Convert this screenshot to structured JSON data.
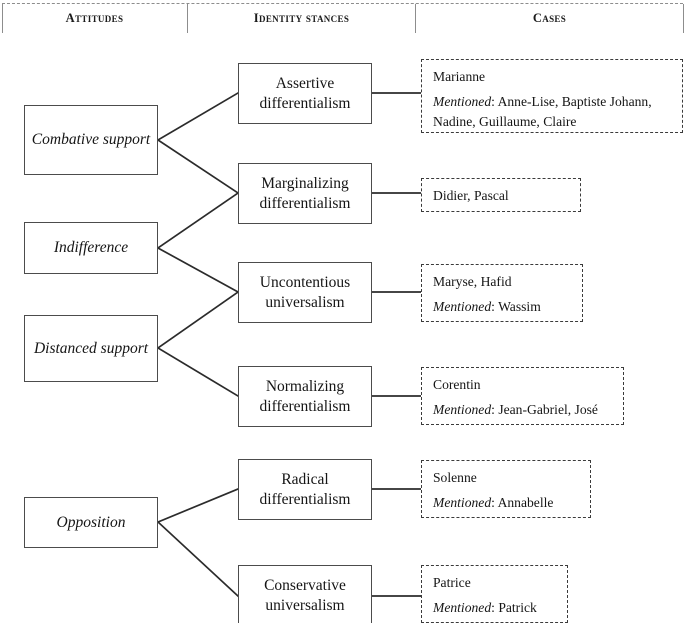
{
  "header": {
    "columns": [
      {
        "label": "Attitudes"
      },
      {
        "label": "Identity stances"
      },
      {
        "label": "Cases"
      }
    ]
  },
  "attitudes": [
    {
      "label": "Combative support"
    },
    {
      "label": "Indifference"
    },
    {
      "label": "Distanced support"
    },
    {
      "label": "Opposition"
    }
  ],
  "stances": [
    {
      "label": "Assertive differentialism"
    },
    {
      "label": "Marginalizing differentialism"
    },
    {
      "label": "Uncontentious universalism"
    },
    {
      "label": "Normalizing differentialism"
    },
    {
      "label": "Radical differentialism"
    },
    {
      "label": "Conservative universalism"
    }
  ],
  "cases": [
    {
      "primary": "Marianne",
      "mentioned_label": "Mentioned",
      "mentioned": ": Anne-Lise, Baptiste Johann, Nadine, Guillaume, Claire"
    },
    {
      "primary": "Didier, Pascal",
      "mentioned_label": "",
      "mentioned": ""
    },
    {
      "primary": "Maryse, Hafid",
      "mentioned_label": "Mentioned",
      "mentioned": ": Wassim"
    },
    {
      "primary": "Corentin",
      "mentioned_label": "Mentioned",
      "mentioned": ": Jean-Gabriel, José"
    },
    {
      "primary": "Solenne",
      "mentioned_label": "Mentioned",
      "mentioned": ": Annabelle"
    },
    {
      "primary": "Patrice",
      "mentioned_label": "Mentioned",
      "mentioned": ": Patrick"
    }
  ],
  "colors": {
    "box_border": "#4c4c4c",
    "dashed_border": "#3b3b3b",
    "link_stroke": "#2b2b2b",
    "header_rule": "#8d8d8d",
    "text": "#151515",
    "background": "#ffffff"
  }
}
